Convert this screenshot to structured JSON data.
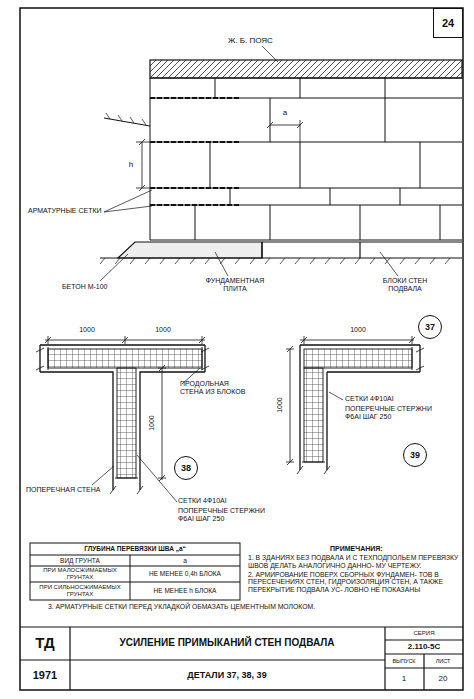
{
  "diagram": {
    "title": "УСИЛЕНИЕ ПРИМЫКАНИЙ СТЕН ПОДВАЛА",
    "nodes": [
      {
        "text": [
          "24"
        ]
      },
      {
        "text": [
          "37"
        ]
      },
      {
        "text": [
          "38"
        ]
      },
      {
        "text": [
          "39"
        ]
      }
    ],
    "labels": [
      "Ж. Б. ПОЯС",
      "а",
      "h",
      "АРМАТУРНЫЕ СЕТКИ",
      "БЕТОН М-100",
      "ФУНДАМЕНТНАЯ ПЛИТА",
      "БЛОКИ СТЕН ПОДВАЛА",
      "1000",
      "1000",
      "1000",
      "ПРОДОЛЬНАЯ СТЕНА ИЗ БЛОКОВ",
      "ПОПЕРЕЧНАЯ СТЕНА",
      "СЕТКИ 4Ф10АI",
      "ПОПЕРЕЧНЫЕ СТЕРЖНИ Ф6АI ШАГ 250",
      "1000",
      "1000",
      "СЕТКИ 4Ф10АI",
      "ПОПЕРЕЧНЫЕ СТЕРЖНИ Ф6АI ШАГ 250",
      "ГЛУБИНА ПЕРЕВЯЗКИ ШВА „а“",
      "ВИД ГРУНТА",
      "а",
      "ПРИ МАЛОСЖИМАЕМЫХ ГРУНТАХ",
      "НЕ МЕНЕЕ 0,4h БЛОКА",
      "ПРИ СИЛЬНОСЖИМАЕМЫХ ГРУНТАХ",
      "НЕ МЕНЕЕ h БЛОКА",
      "ПРИМЕЧАНИЯ:",
      "1. В ЗДАНИЯХ БЕЗ ПОДВАЛА И С ТЕХПОДПОЛЬЕМ ПЕРЕВЯЗКУ ШВОВ ДЕЛАТЬ АНАЛОГИЧНО ДАННО- МУ ЧЕРТЕЖУ.",
      "2. АРМИРОВАНИЕ ПОВЕРХ СБОРНЫХ ФУНДАМЕН- ТОВ В ПЕРЕСЕЧЕНИЯХ СТЕН, ГИДРОИЗОЛЯЦИЯ СТЕН, А ТАКЖЕ ПЕРЕКРЫТИЕ ПОДВАЛА УС- ЛОВНО НЕ ПОКАЗАНЫ",
      "3. АРМАТУРНЫЕ СЕТКИ ПЕРЕД УКЛАДКОЙ ОБМАЗАТЬ ЦЕМЕНТНЫМ МОЛОКОМ.",
      "ТД",
      "1971",
      "ДЕТАЛИ 37, 38, 39",
      "СЕРИЯ",
      "2.110-5С",
      "ВЫПУСК",
      "ЛИСТ",
      "1",
      "20"
    ]
  }
}
